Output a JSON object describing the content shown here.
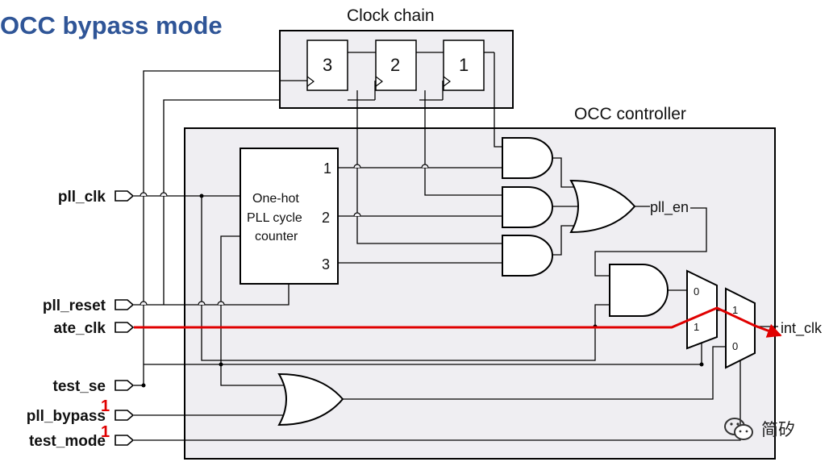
{
  "title": "OCC bypass mode",
  "clock_chain": {
    "label": "Clock chain",
    "stages": [
      "3",
      "2",
      "1"
    ]
  },
  "occ_controller": {
    "label": "OCC controller"
  },
  "counter": {
    "lines": [
      "One-hot",
      "PLL cycle",
      "counter"
    ],
    "outputs": [
      "1",
      "2",
      "3"
    ]
  },
  "signals": {
    "pll_clk": "pll_clk",
    "pll_reset": "pll_reset",
    "ate_clk": "ate_clk",
    "test_se": "test_se",
    "pll_bypass": "pll_bypass",
    "test_mode": "test_mode",
    "pll_en": "pll_en",
    "int_clk": "int_clk"
  },
  "annotations": {
    "pll_bypass_value": "1",
    "test_mode_value": "1"
  },
  "mux1": {
    "in0": "0",
    "in1": "1"
  },
  "mux2": {
    "in1": "1",
    "in0": "0"
  },
  "watermark": {
    "text": "简矽",
    "icon": "wechat-icon"
  },
  "colors": {
    "title": "#2f5597",
    "highlight_path": "#e00000",
    "box_fill": "#efeef2"
  }
}
